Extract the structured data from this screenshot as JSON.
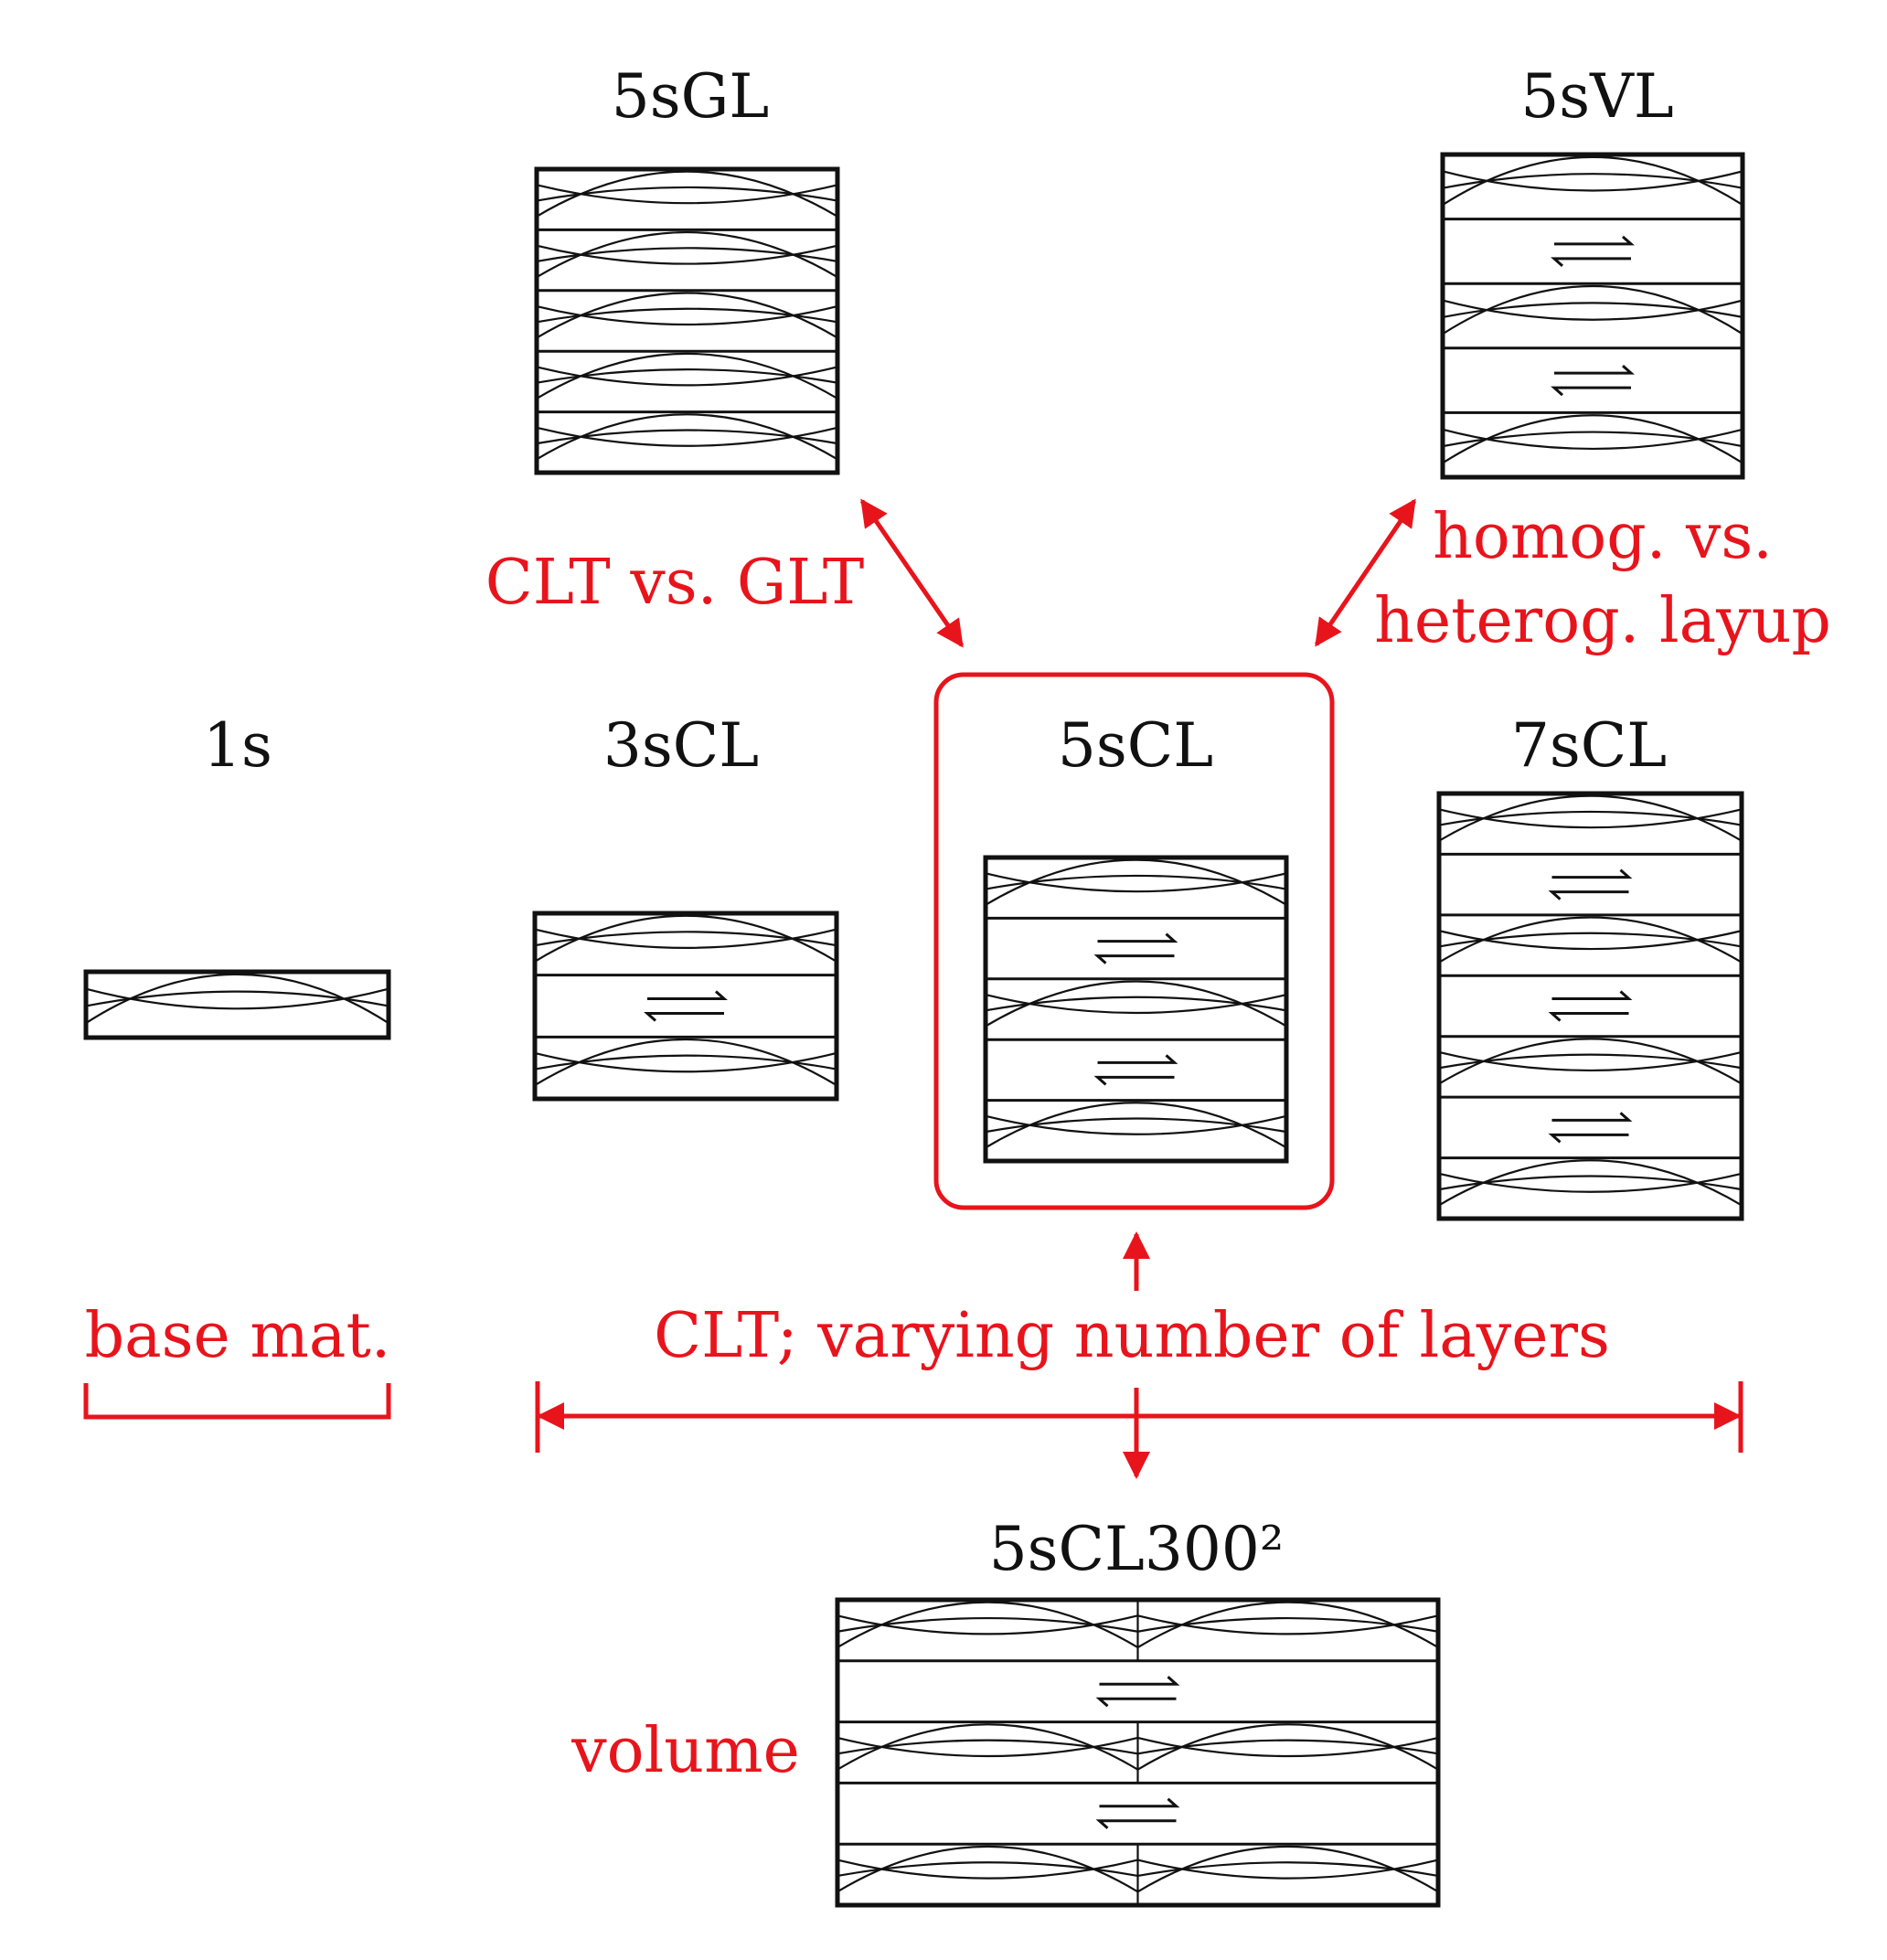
{
  "colors": {
    "ink": "#111111",
    "accent": "#e8141c",
    "background": "#ffffff"
  },
  "specimens": [
    {
      "id": "5sgl",
      "label": "5sGL",
      "layers": [
        "board",
        "board",
        "board",
        "board",
        "board"
      ]
    },
    {
      "id": "5svl",
      "label": "5sVL",
      "layers": [
        "board",
        "cross",
        "board",
        "cross",
        "board"
      ]
    },
    {
      "id": "1s",
      "label": "1s",
      "layers": [
        "board"
      ]
    },
    {
      "id": "3scl",
      "label": "3sCL",
      "layers": [
        "board",
        "cross",
        "board"
      ]
    },
    {
      "id": "5scl",
      "label": "5sCL",
      "layers": [
        "board",
        "cross",
        "board",
        "cross",
        "board"
      ]
    },
    {
      "id": "7scl",
      "label": "7sCL",
      "layers": [
        "board",
        "cross",
        "board",
        "cross",
        "board",
        "cross",
        "board"
      ]
    },
    {
      "id": "5scl300",
      "label": "5sCL300²",
      "layers": [
        "board",
        "cross",
        "board",
        "cross",
        "board"
      ]
    }
  ],
  "annotations": {
    "clt_vs_glt": "CLT vs. GLT",
    "homog_line1": "homog. vs.",
    "homog_line2": "heterog. layup",
    "base_mat": "base mat.",
    "varying_layers": "CLT; varying number of layers",
    "volume": "volume"
  }
}
